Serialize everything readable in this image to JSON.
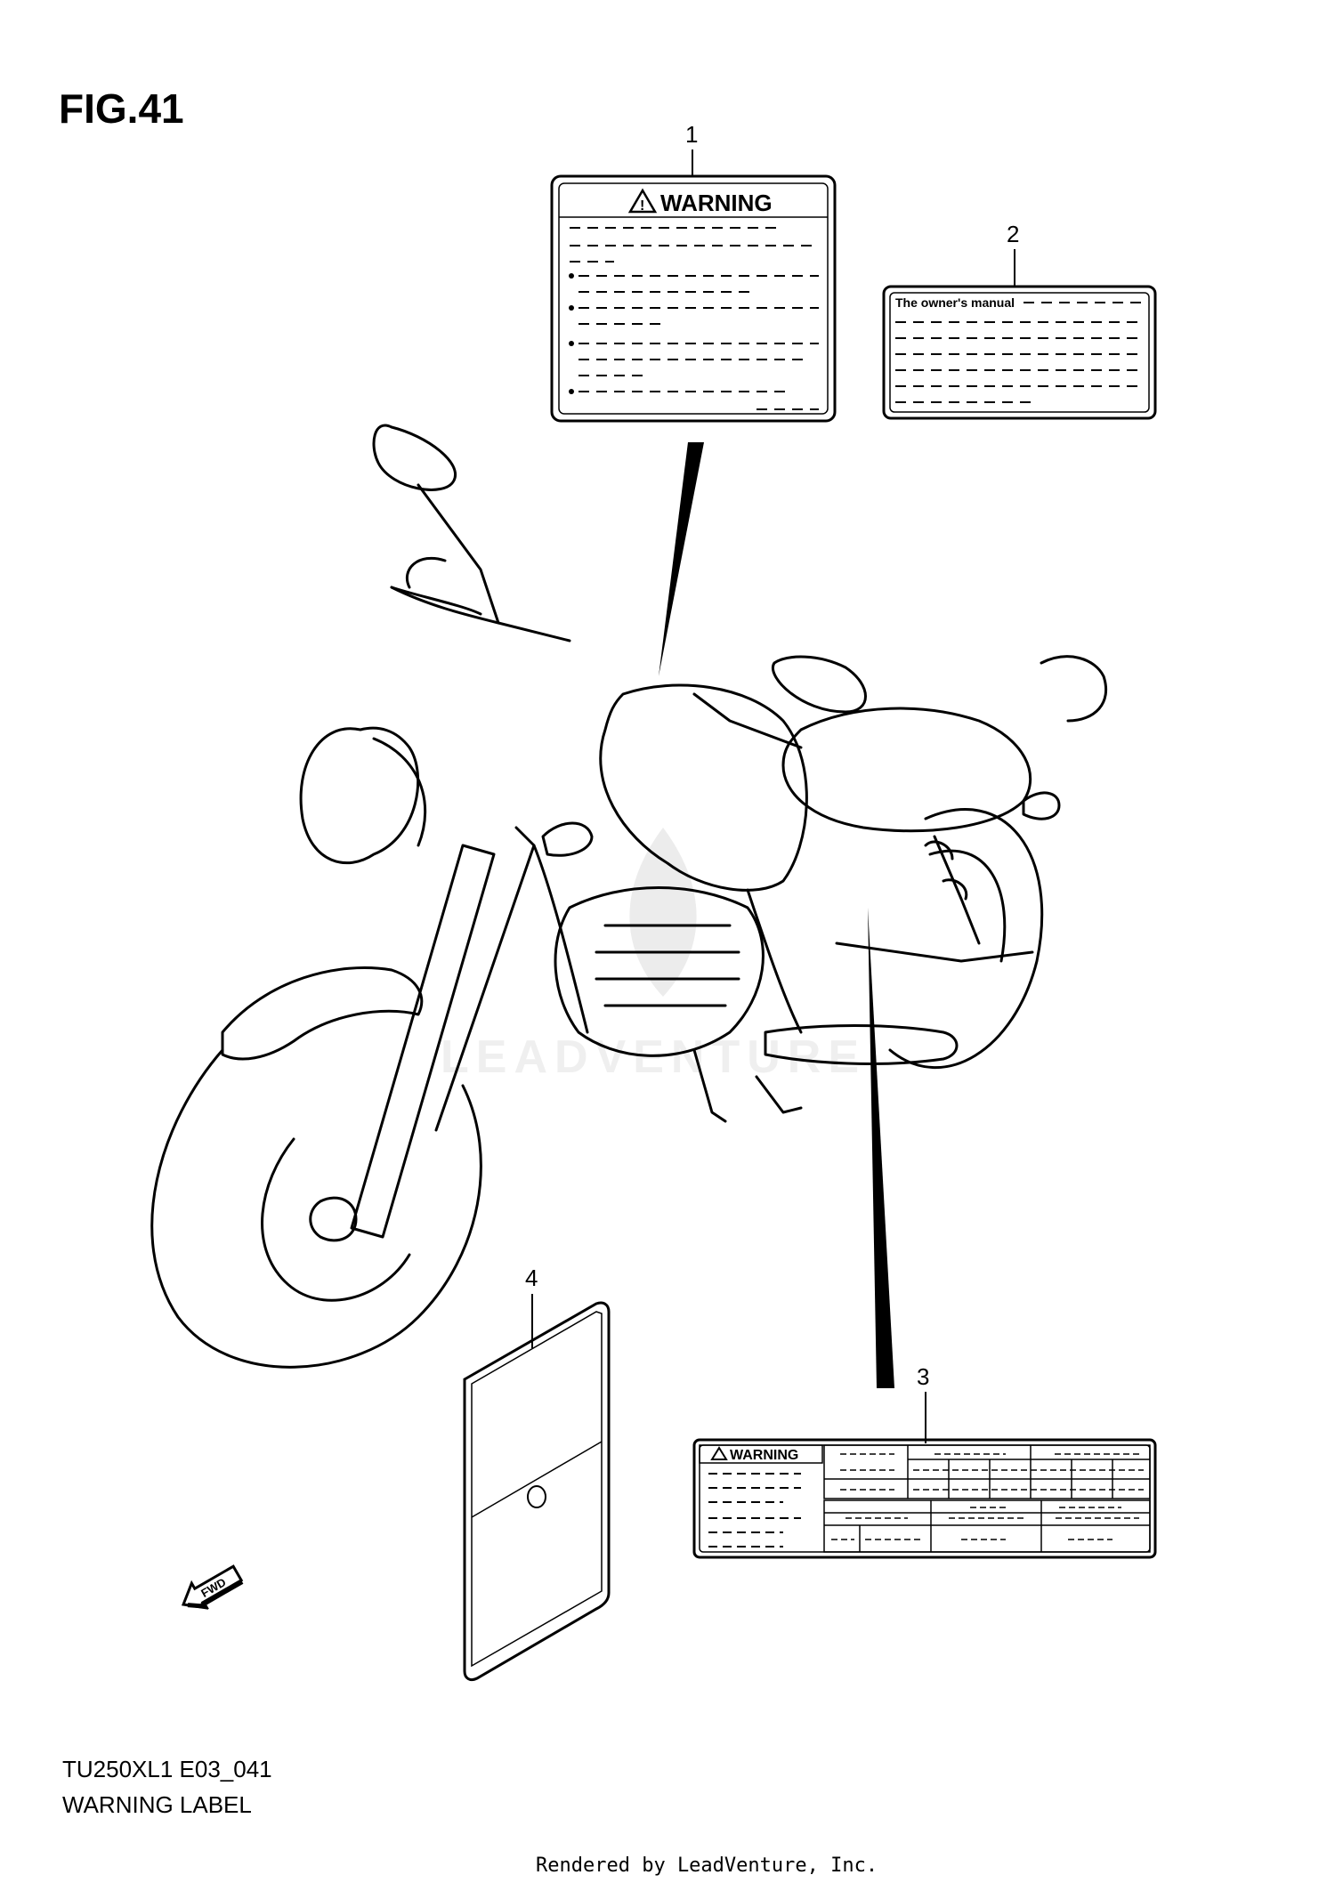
{
  "figure": {
    "title": "FIG.41",
    "model_code": "TU250XL1  E03_041",
    "caption": "WARNING LABEL",
    "footer": "Rendered by LeadVenture, Inc.",
    "watermark": "LEADVENTURE"
  },
  "callouts": [
    "1",
    "2",
    "3",
    "4"
  ],
  "labels": {
    "label1": {
      "heading": "WARNING"
    },
    "label2": {
      "heading": "The owner's manual"
    },
    "label3": {
      "heading": "WARNING"
    },
    "fwd": "FWD"
  },
  "colors": {
    "line": "#000000",
    "watermark": "#d9d9d9",
    "background": "#ffffff"
  }
}
